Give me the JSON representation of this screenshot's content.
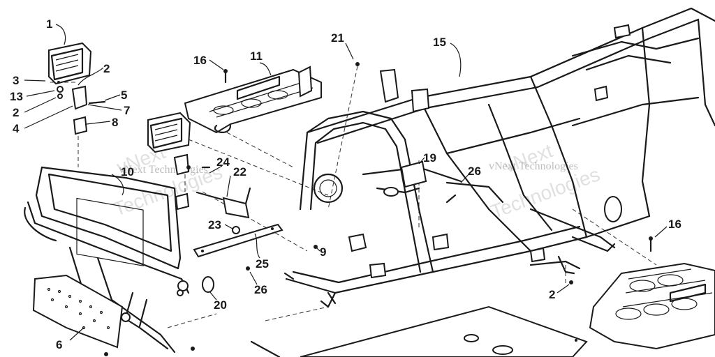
{
  "callouts": [
    {
      "id": "c1",
      "label": "1"
    },
    {
      "id": "c2a",
      "label": "2"
    },
    {
      "id": "c3",
      "label": "3"
    },
    {
      "id": "c13",
      "label": "13"
    },
    {
      "id": "c2b",
      "label": "2"
    },
    {
      "id": "c4",
      "label": "4"
    },
    {
      "id": "c5",
      "label": "5"
    },
    {
      "id": "c7",
      "label": "7"
    },
    {
      "id": "c8",
      "label": "8"
    },
    {
      "id": "c16a",
      "label": "16"
    },
    {
      "id": "c11",
      "label": "11"
    },
    {
      "id": "c21",
      "label": "21"
    },
    {
      "id": "c15",
      "label": "15"
    },
    {
      "id": "c10",
      "label": "10"
    },
    {
      "id": "c24",
      "label": "24"
    },
    {
      "id": "c22",
      "label": "22"
    },
    {
      "id": "c19",
      "label": "19"
    },
    {
      "id": "c26a",
      "label": "26"
    },
    {
      "id": "c23",
      "label": "23"
    },
    {
      "id": "c9",
      "label": "9"
    },
    {
      "id": "c25",
      "label": "25"
    },
    {
      "id": "c26b",
      "label": "26"
    },
    {
      "id": "c20",
      "label": "20"
    },
    {
      "id": "c6",
      "label": "6"
    },
    {
      "id": "c2c",
      "label": "2"
    },
    {
      "id": "c16b",
      "label": "16"
    }
  ],
  "watermarks": {
    "left_small": "vNext Technologies",
    "left_big_a": "vNext",
    "left_big_b": "Technologies",
    "right_small": "vNext Technologies",
    "right_big_a": "vNext",
    "right_big_b": "Technologies"
  }
}
